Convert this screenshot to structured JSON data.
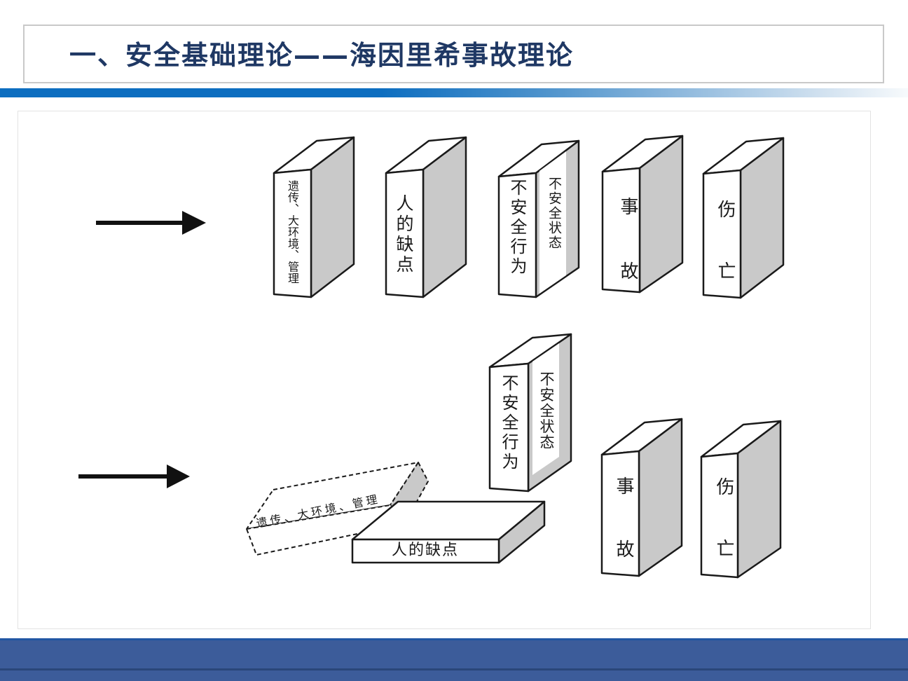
{
  "slide": {
    "title": "一、安全基础理论——海因里希事故理论"
  },
  "row1": {
    "genetics_env_mgmt": "遗传、大环境、管理",
    "human_fault": "人的缺点",
    "unsafe_act": "不安全行为",
    "unsafe_state": "不安全状态",
    "accident": "事故",
    "injury_death": "伤亡"
  },
  "row2": {
    "genetics_env_mgmt": "遗传、大环境、管理",
    "human_fault": "人的缺点",
    "unsafe_act": "不安全行为",
    "unsafe_state": "不安全状态",
    "accident": "事故",
    "injury_death": "伤亡"
  },
  "colors": {
    "title_navy": "#1f3864",
    "band_blue": "#0d6ec0",
    "footer_blue": "#3c5c9a",
    "domino_side_gray": "#c9c9c9",
    "outline_black": "#1a1a1a"
  }
}
